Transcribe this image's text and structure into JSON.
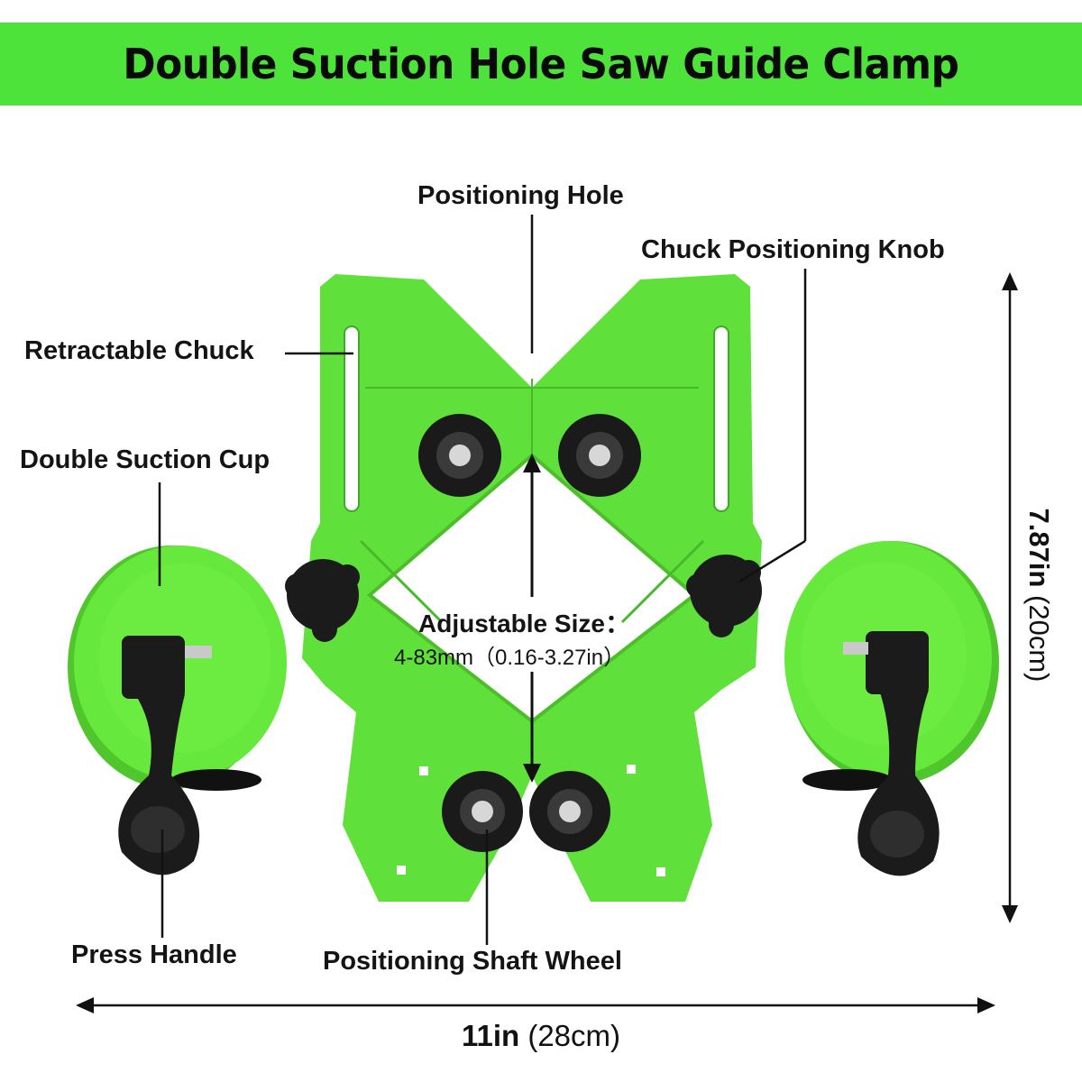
{
  "title": "Double Suction Hole Saw Guide Clamp",
  "labels": {
    "positioning_hole": "Positioning Hole",
    "chuck_positioning_knob": "Chuck Positioning Knob",
    "retractable_chuck": "Retractable Chuck",
    "double_suction_cup": "Double Suction Cup",
    "adjustable_size": "Adjustable Size：",
    "adjustable_range": "4-83mm（0.16-3.27in）",
    "press_handle": "Press Handle",
    "positioning_shaft_wheel": "Positioning Shaft Wheel"
  },
  "dimensions": {
    "width_in": "11in",
    "width_cm": "(28cm)",
    "height_in": "7.87in",
    "height_cm": "(20cm)"
  },
  "colors": {
    "banner": "#4ee33a",
    "tool_green": "#62e23a",
    "handle_black": "#1b1b1b"
  }
}
